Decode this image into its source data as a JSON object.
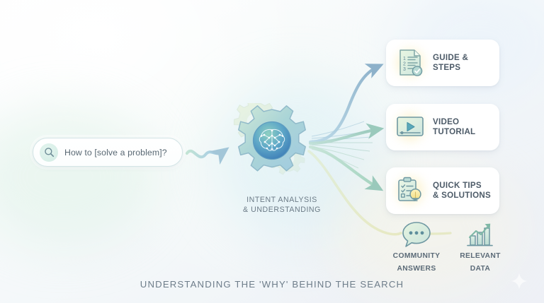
{
  "search": {
    "query_text": "How to [solve a problem]?",
    "icon": "search-icon"
  },
  "hub": {
    "icon": "gear-brain-icon",
    "label_line1": "INTENT ANALYSIS",
    "label_line2": "& UNDERSTANDING"
  },
  "results": {
    "cards": [
      {
        "id": "guide",
        "icon": "document-checklist-check-icon",
        "label_line1": "GUIDE &",
        "label_line2": "STEPS"
      },
      {
        "id": "video",
        "icon": "video-play-icon",
        "label_line1": "VIDEO",
        "label_line2": "TUTORIAL"
      },
      {
        "id": "tips",
        "icon": "clipboard-lightbulb-icon",
        "label_line1": "QUICK TIPS",
        "label_line2": "& SOLUTIONS"
      }
    ],
    "nodes": [
      {
        "id": "community",
        "icon": "chat-bubble-dots-icon",
        "label_line1": "COMMUNITY",
        "label_line2": "ANSWERS"
      },
      {
        "id": "data",
        "icon": "bar-chart-up-arrow-icon",
        "label_line1": "RELEVANT",
        "label_line2": "DATA"
      }
    ]
  },
  "caption": {
    "text": "UNDERSTANDING THE 'WHY' BEHIND THE SEARCH"
  },
  "decor": {
    "sparkle": "sparkle-icon"
  },
  "colors": {
    "accent_blue": "#7fa8c4",
    "accent_green": "#9ecbb4",
    "accent_teal": "#6fa8b8",
    "text_dark": "#4d5b68",
    "text_muted": "#6e7d8a",
    "card_bg": "#ffffff",
    "glow_yellow": "#fbf0c0"
  }
}
